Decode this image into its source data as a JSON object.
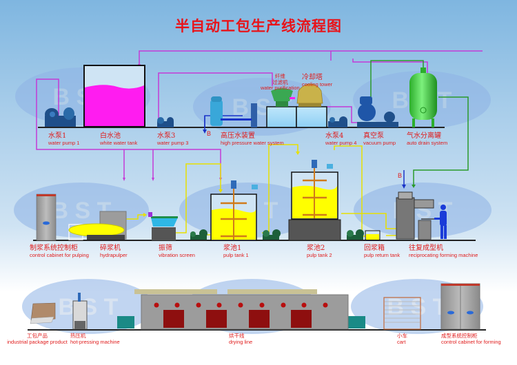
{
  "title": "半自动工包生产线流程图",
  "watermark": "BST",
  "connector_label": "B",
  "colors": {
    "title": "#e8141a",
    "label": "#e01b1b",
    "white_water": "#ff1cf0",
    "pulp": "#ffff00",
    "vacuum_line": "#2a9a2a",
    "high_pressure_line": "#1a33c8",
    "pump_blue": "#1f4f8a",
    "pump_green": "#1d5f3a"
  },
  "equipment": {
    "water_pump_1": {
      "zh": "水泵1",
      "en": "water pump 1"
    },
    "white_water_tank": {
      "zh": "白水池",
      "en": "white water tank"
    },
    "water_pump_3": {
      "zh": "水泵3",
      "en": "water pump 3"
    },
    "high_pressure_water_system": {
      "zh": "高压水装置",
      "en": "high pressure water system"
    },
    "fiber_filter": {
      "zh1": "纤维",
      "zh2": "过滤机",
      "en": "water purification"
    },
    "cooling_tower": {
      "zh": "冷却塔",
      "en": "cooling tower"
    },
    "water_pump_4": {
      "zh": "水泵4",
      "en": "water pump 4"
    },
    "vacuum_pump": {
      "zh": "真空泵",
      "en": "vacuum pump"
    },
    "auto_drain_system": {
      "zh": "气水分离罐",
      "en": "auto drain system"
    },
    "pulping_control_cabinet": {
      "zh": "制浆系统控制柜",
      "en": "control cabinet for pulping"
    },
    "hydrapulper": {
      "zh": "碎浆机",
      "en": "hydrapulper"
    },
    "vibration_screen": {
      "zh": "振筛",
      "en": "vibration screen"
    },
    "pulp_tank_1": {
      "zh": "浆池1",
      "en": "pulp tank 1"
    },
    "pulp_tank_2": {
      "zh": "浆池2",
      "en": "pulp tank 2"
    },
    "pulp_return_tank": {
      "zh": "回浆箱",
      "en": "pulp return tank"
    },
    "reciprocating_forming_machine": {
      "zh": "往复成型机",
      "en": "reciprocating forming machine"
    },
    "industrial_package_product": {
      "zh": "工包产品",
      "en": "industrial package product"
    },
    "hot_pressing_machine": {
      "zh": "热压机",
      "en": "hot-pressing machine"
    },
    "drying_line": {
      "zh": "烘干线",
      "en": "drying line"
    },
    "cart": {
      "zh": "小车",
      "en": "cart"
    },
    "forming_control_cabinet": {
      "zh": "成型系统控制柜",
      "en": "control cabinet for forming"
    }
  }
}
